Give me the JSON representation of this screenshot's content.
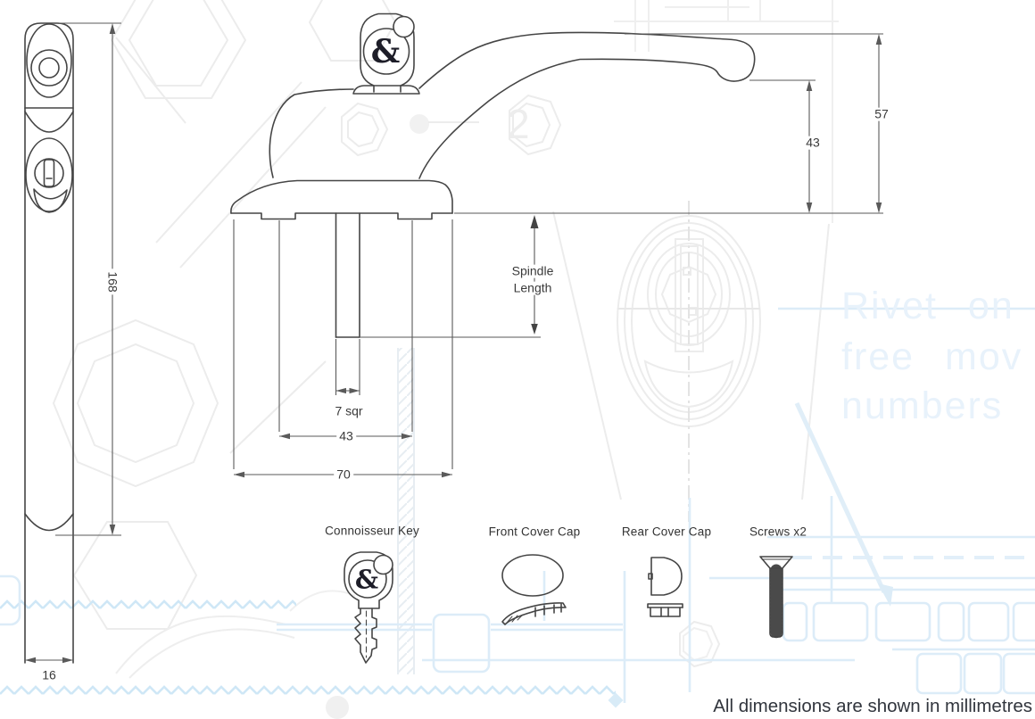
{
  "diagram": {
    "side_view": {
      "height": "168",
      "width": "16"
    },
    "front_view": {
      "total_height": "57",
      "grip_clearance": "43",
      "spindle_line1": "Spindle",
      "spindle_line2": "Length",
      "spindle_square": "7 sqr",
      "fixing_centres": "43",
      "base_length": "70"
    }
  },
  "components": {
    "key_label": "Connoisseur Key",
    "front_cap_label": "Front Cover Cap",
    "rear_cap_label": "Rear Cover Cap",
    "screws_label": "Screws x2"
  },
  "footer_note": "All dimensions are shown in millimetres",
  "watermark": {
    "line1": "Rivet on",
    "line2": "free mov",
    "line3": "numbers",
    "number": "2"
  },
  "key_logo": "&"
}
